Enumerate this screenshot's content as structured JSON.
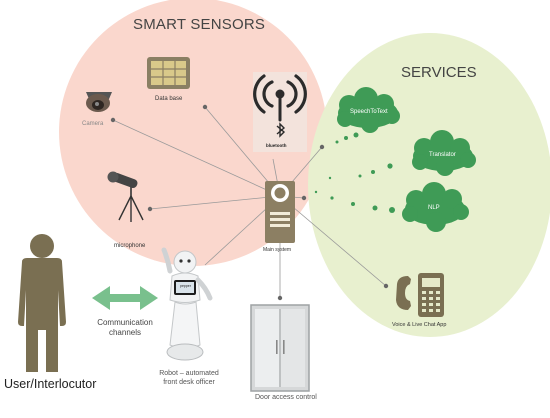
{
  "regions": {
    "smart_sensors": "SMART SENSORS",
    "services": "SERVICES"
  },
  "sensors": {
    "camera": "Camera",
    "database": "Data base",
    "bluetooth": "bluetooth",
    "microphone": "microphone"
  },
  "services": {
    "speech_to_text": "SpeechToText",
    "translator": "Translator",
    "nlp": "NLP",
    "voice_chat": "Voice & Live Chat App"
  },
  "core": {
    "main_system": "Main system",
    "robot_line1": "Robot – automated",
    "robot_line2": "front desk officer",
    "door": "Door access control",
    "screen_text": "pepper"
  },
  "people": {
    "user": "User/Interlocutor",
    "channels_line1": "Communication",
    "channels_line2": "channels"
  },
  "colors": {
    "sensors_fill": "#fad7cd",
    "services_fill": "#e8f0cf",
    "cloud_green": "#3f9b56",
    "icon_olive": "#7a6f52",
    "arrow_green": "#79c08d",
    "line_gray": "#9a9a9a"
  }
}
